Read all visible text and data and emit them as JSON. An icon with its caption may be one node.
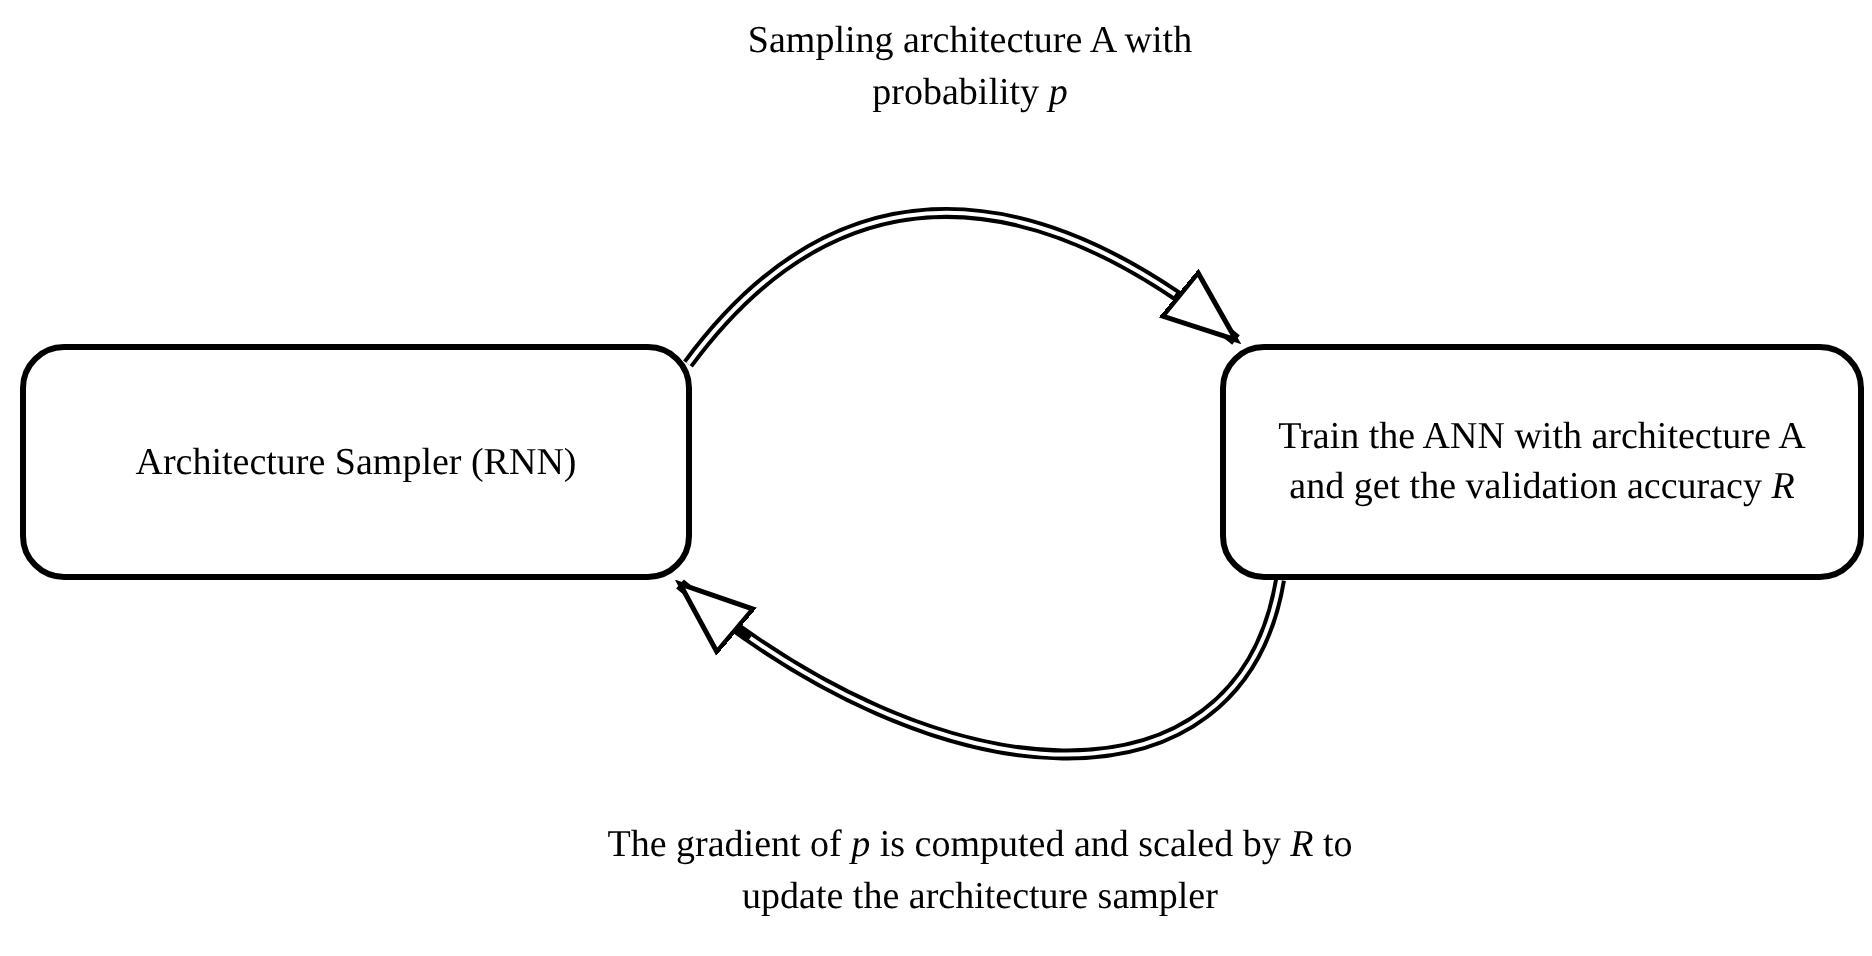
{
  "diagram": {
    "nodes": [
      {
        "text": [
          "Architecture Sampler (RNN)"
        ]
      },
      {
        "text": [
          "Train the ANN with architecture A and get the validation accuracy *R*"
        ]
      }
    ],
    "edges": [
      {
        "from": 0,
        "to": 1,
        "arrow": "to",
        "label": "Sampling architecture A with probability *p*"
      },
      {
        "from": 1,
        "to": 0,
        "arrow": "to",
        "label": "The gradient of *p* is computed and scaled by *R* to update the architecture sampler"
      }
    ]
  }
}
